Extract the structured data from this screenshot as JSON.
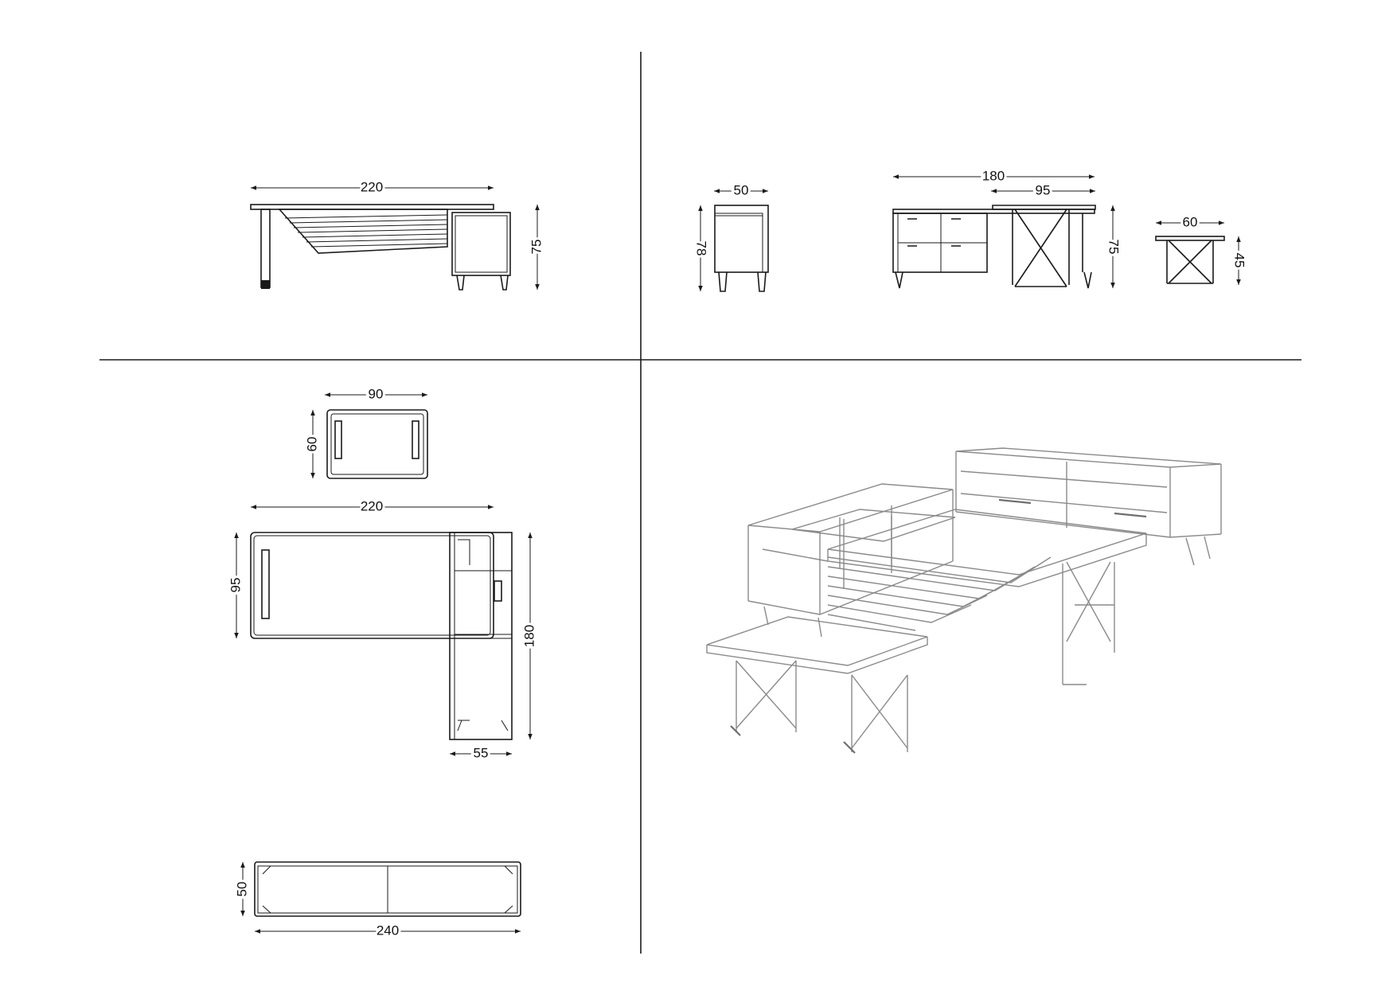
{
  "dimensions": {
    "top_left": {
      "width": "220",
      "height": "75"
    },
    "top_right": {
      "pedestal_width": "50",
      "pedestal_height": "78",
      "credenza_width": "180",
      "credenza_part": "95",
      "credenza_height": "75",
      "table_width": "60",
      "table_height": "45"
    },
    "bottom_left": {
      "table_width": "90",
      "table_depth": "60",
      "desk_width": "220",
      "desk_depth": "95",
      "return_length": "180",
      "return_width": "55",
      "credenza_depth": "50",
      "credenza_width": "240"
    }
  }
}
